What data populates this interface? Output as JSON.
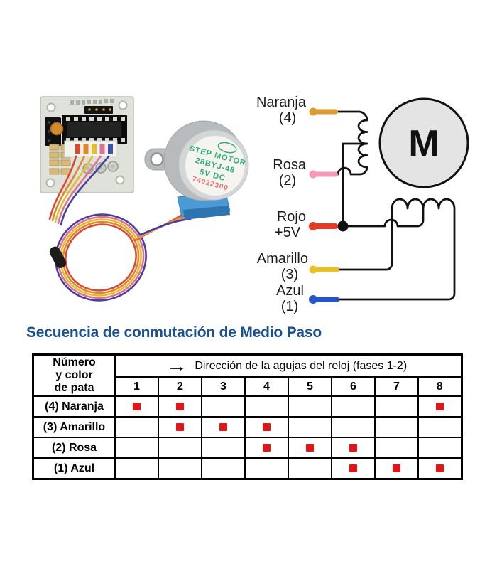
{
  "photo": {
    "motor_face": {
      "line1": "STEP  MOTOR",
      "line2": "28BYJ-48",
      "line3": "5V   DC",
      "serial": "74022300",
      "text_color": "#2fae72",
      "serial_color": "#e0736b"
    }
  },
  "schematic": {
    "motor_symbol": "M",
    "wires": [
      {
        "name": "Naranja",
        "pin": "(4)",
        "color": "#dd9a33"
      },
      {
        "name": "Rosa",
        "pin": "(2)",
        "color": "#f29ab8"
      },
      {
        "name": "Rojo",
        "pin": "+5V",
        "color": "#e23b28"
      },
      {
        "name": "Amarillo",
        "pin": "(3)",
        "color": "#e9c02c"
      },
      {
        "name": "Azul",
        "pin": "(1)",
        "color": "#2456c9"
      }
    ]
  },
  "section": {
    "title": "Secuencia de conmutación de Medio Paso",
    "title_color": "#1c518f"
  },
  "table": {
    "corner_header": "Número\ny color\nde pata",
    "arrow": "→",
    "direction_header": "Dirección de la agujas del reloj (fases 1-2)",
    "steps": [
      "1",
      "2",
      "3",
      "4",
      "5",
      "6",
      "7",
      "8"
    ],
    "rows": [
      {
        "label": "(4) Naranja",
        "active_steps": [
          1,
          2,
          8
        ]
      },
      {
        "label": "(3) Amarillo",
        "active_steps": [
          2,
          3,
          4
        ]
      },
      {
        "label": "(2) Rosa",
        "active_steps": [
          4,
          5,
          6
        ]
      },
      {
        "label": "(1) Azul",
        "active_steps": [
          6,
          7,
          8
        ]
      }
    ],
    "mark_color": "#e11717"
  }
}
